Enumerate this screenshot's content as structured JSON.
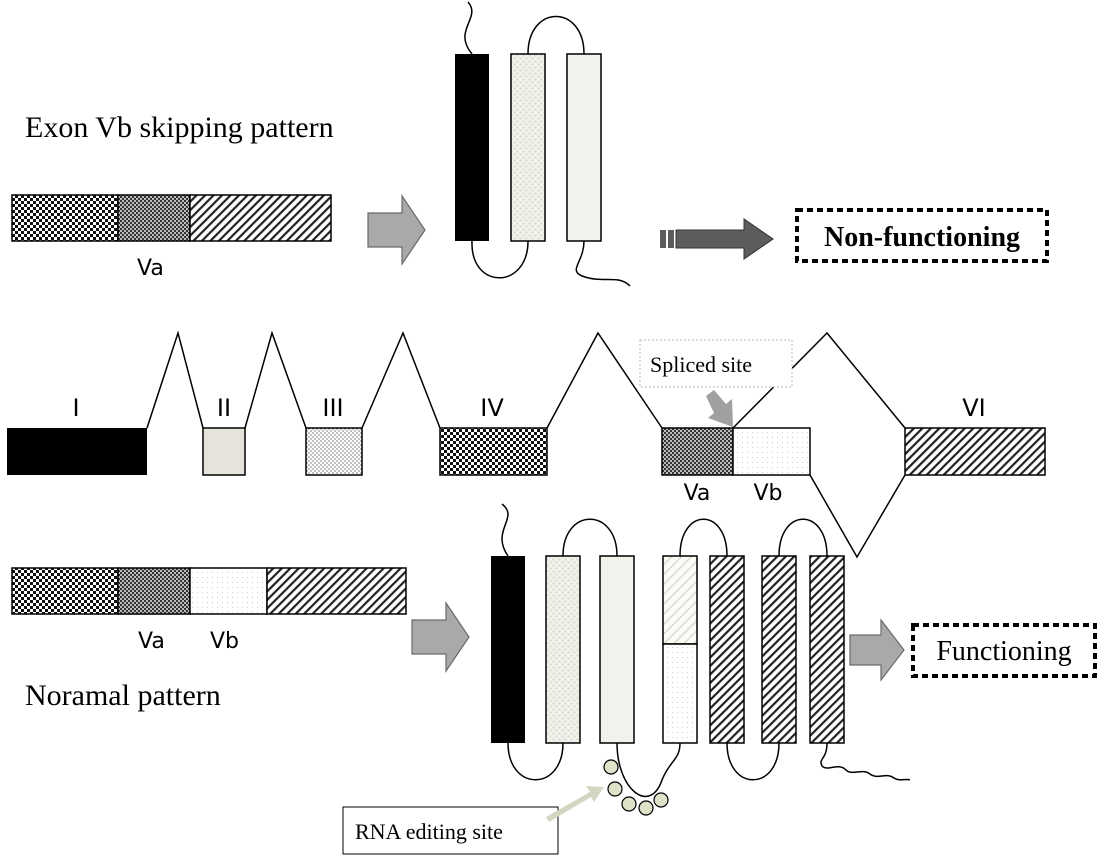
{
  "colors": {
    "black": "#000000",
    "helix_light": "#f2f2ec",
    "exon2_fill": "#e6e4da",
    "arrow_gray": "#a9a9a9",
    "arrow_dark": "#5c5c5c",
    "pointer_gray": "#a0a0a0",
    "editing_dot": "#dfe2c9",
    "box_border_light": "#b4b4b4"
  },
  "top_pattern": {
    "title": "Exon Vb skipping pattern",
    "va_label": "Va",
    "result": "Non-functioning"
  },
  "gene": {
    "exons": [
      {
        "label": "I",
        "fill": "black"
      },
      {
        "label": "II",
        "fill": "light"
      },
      {
        "label": "III",
        "fill": "dots"
      },
      {
        "label": "IV",
        "fill": "checker"
      },
      {
        "label": "Va",
        "fill": "dense-checker"
      },
      {
        "label": "Vb",
        "fill": "fine-dots"
      },
      {
        "label": "VI",
        "fill": "hatch"
      }
    ],
    "spliced_site_label": "Spliced site"
  },
  "bottom_pattern": {
    "title": "Noramal pattern",
    "va_label": "Va",
    "vb_label": "Vb",
    "result": "Functioning",
    "rna_editing_label": "RNA editing site"
  }
}
